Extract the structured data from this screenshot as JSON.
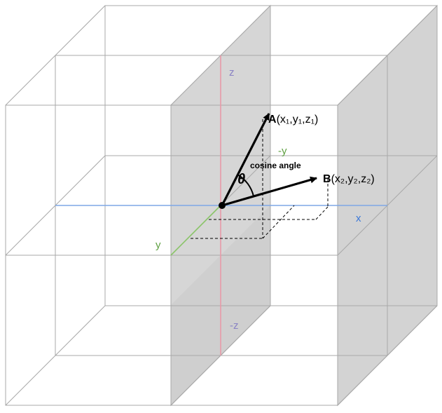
{
  "axes": {
    "z_pos": "z",
    "z_neg": "-z",
    "x_pos": "x",
    "y_pos": "y",
    "y_neg": "-y"
  },
  "vectors": {
    "a": {
      "name": "A",
      "coords": "(x₁,y₁,z₁)"
    },
    "b": {
      "name": "B",
      "coords": "(x₂,y₂,z₂)"
    }
  },
  "angle": {
    "caption": "cosine angle",
    "symbol": "θ"
  },
  "colors": {
    "z_axis": "#e89aa8",
    "x_axis": "#7fa7e6",
    "y_axis": "#8bc56a",
    "z_label": "#8a83c4",
    "x_label": "#3b78d8",
    "y_label": "#5fa042",
    "plane_fill": "#d3d3d3",
    "grid_stroke": "#a8a8a8"
  }
}
